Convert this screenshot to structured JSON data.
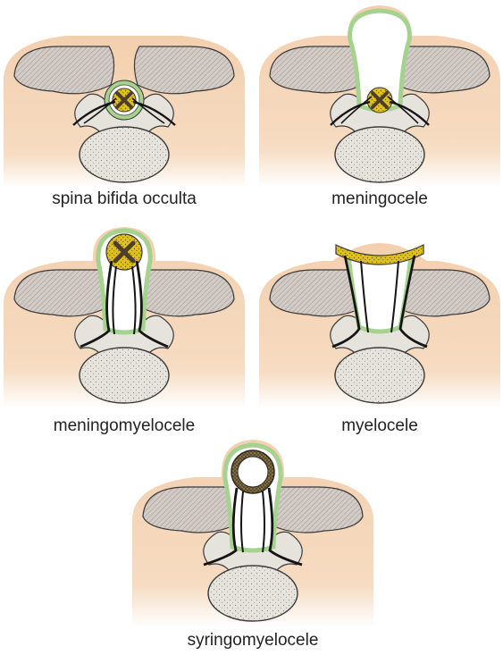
{
  "colors": {
    "skin": "#f3cfae",
    "skin_fade": "#ffffff",
    "muscle": "#cfc6c1",
    "bone": "#e6e2dc",
    "meninges": "#a6d28f",
    "cord": "#e0c21a",
    "gray_matter": "#6b5a3a",
    "nerve": "#151515",
    "outline": "#3a3a3a"
  },
  "panels": [
    {
      "id": "spina-bifida-occulta",
      "label": "spina bifida occulta"
    },
    {
      "id": "meningocele",
      "label": "meningocele"
    },
    {
      "id": "meningomyelocele",
      "label": "meningomyelocele"
    },
    {
      "id": "myelocele",
      "label": "myelocele"
    },
    {
      "id": "syringomyelocele",
      "label": "syringomyelocele"
    }
  ]
}
